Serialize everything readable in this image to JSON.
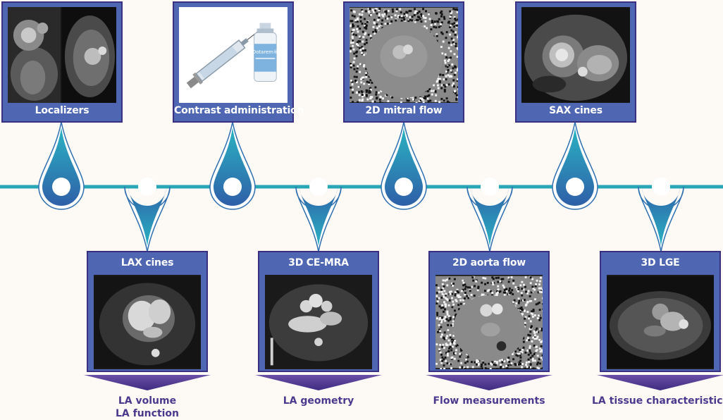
{
  "top_steps": [
    {
      "label": "Localizers"
    },
    {
      "label": "Contrast administration"
    },
    {
      "label": "2D mitral flow"
    },
    {
      "label": "SAX cines"
    }
  ],
  "bottom_steps": [
    {
      "label": "LAX cines"
    },
    {
      "label": "3D CE-MRA"
    },
    {
      "label": "2D aorta flow"
    },
    {
      "label": "3D LGE"
    }
  ],
  "outcomes": [
    {
      "line1": "LA volume",
      "line2": "LA function"
    },
    {
      "line1": "LA geometry"
    },
    {
      "line1": "Flow measurements"
    },
    {
      "line1": "LA tissue characteristics"
    }
  ],
  "vial_label": "Dotarem®",
  "colors": {
    "timeline": "#2aa7b6",
    "pin_dark": "#2f6fb0",
    "pin_light": "#29b7c4",
    "card": "#4f67b3",
    "card_border": "#3a2f80",
    "banner": "#4a3a8e",
    "text_outcome": "#4a3a8e"
  }
}
